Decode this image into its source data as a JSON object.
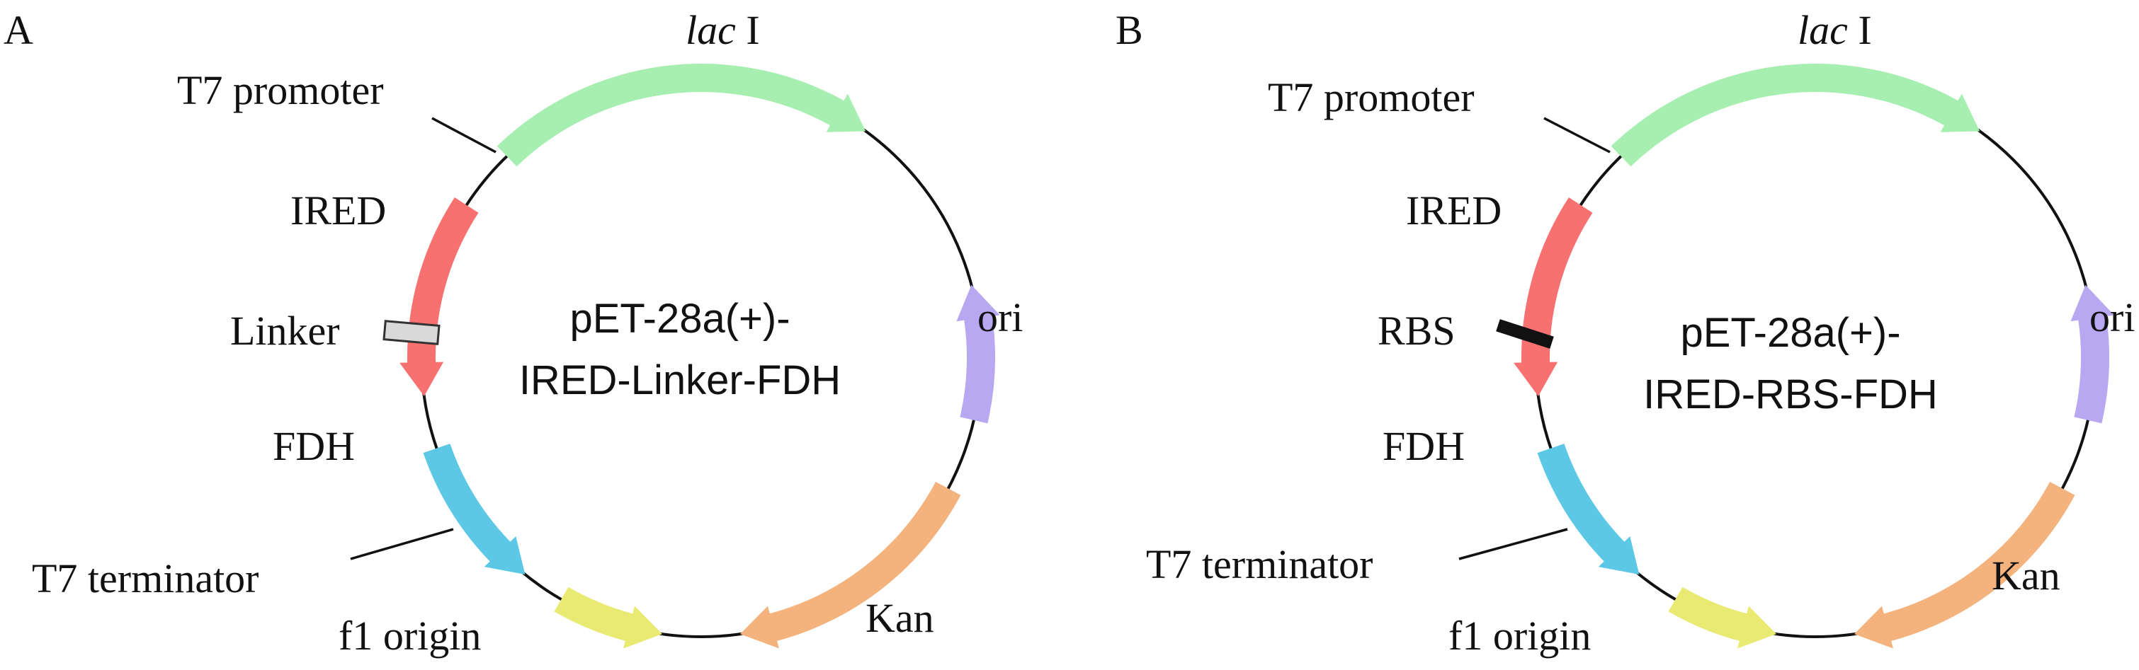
{
  "panels": [
    {
      "letter": "A",
      "plasmid_line1": "pET-28a(+)-",
      "plasmid_line2": "IRED-Linker-FDH",
      "labels": {
        "lacI_italic": "lac",
        "lacI_suffix": " I",
        "t7_promoter": "T7 promoter",
        "ired": "IRED",
        "junction": "Linker",
        "fdh": "FDH",
        "t7_terminator": "T7 terminator",
        "f1_origin": "f1 origin",
        "kan": "Kan",
        "ori": "ori"
      }
    },
    {
      "letter": "B",
      "plasmid_line1": "pET-28a(+)-",
      "plasmid_line2": "IRED-RBS-FDH",
      "labels": {
        "lacI_italic": "lac",
        "lacI_suffix": " I",
        "t7_promoter": "T7 promoter",
        "ired": "IRED",
        "junction": "RBS",
        "fdh": "FDH",
        "t7_terminator": "T7 terminator",
        "f1_origin": "f1 origin",
        "kan": "Kan",
        "ori": "ori"
      }
    }
  ],
  "colors": {
    "lacI": "#a6efb0",
    "ired": "#f87171",
    "fdh": "#5cc8e6",
    "f1_origin": "#e8ea72",
    "kan": "#f4b27d",
    "ori": "#b8a8f2",
    "linker": "#d9d9d9",
    "rbs": "#111111"
  }
}
